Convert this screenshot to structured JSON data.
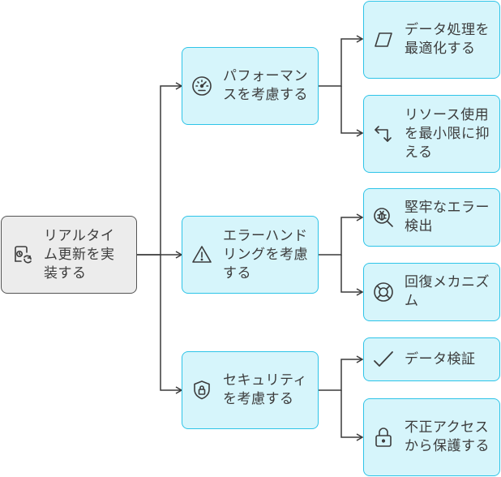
{
  "root": {
    "label": "リアルタイム更新を実装する",
    "icon": "clock-sync-icon"
  },
  "branches": [
    {
      "label": "パフォーマンスを考慮する",
      "icon": "speedometer-icon",
      "children": [
        {
          "label": "データ処理を最適化する",
          "icon": "parallelogram-icon"
        },
        {
          "label": "リソース使用を最小限に抑える",
          "icon": "corner-arrow-icon"
        }
      ]
    },
    {
      "label": "エラーハンドリングを考慮する",
      "icon": "warning-icon",
      "children": [
        {
          "label": "堅牢なエラー検出",
          "icon": "bug-search-icon"
        },
        {
          "label": "回復メカニズム",
          "icon": "lifebuoy-icon"
        }
      ]
    },
    {
      "label": "セキュリティを考慮する",
      "icon": "shield-lock-icon",
      "children": [
        {
          "label": "データ検証",
          "icon": "checkmark-icon"
        },
        {
          "label": "不正アクセスから保護する",
          "icon": "lock-icon"
        }
      ]
    }
  ],
  "colors": {
    "node_fill": "#d6f5fb",
    "node_border": "#2ec4e8",
    "root_fill": "#ececec",
    "root_border": "#555555",
    "edge": "#3a3a3a"
  }
}
